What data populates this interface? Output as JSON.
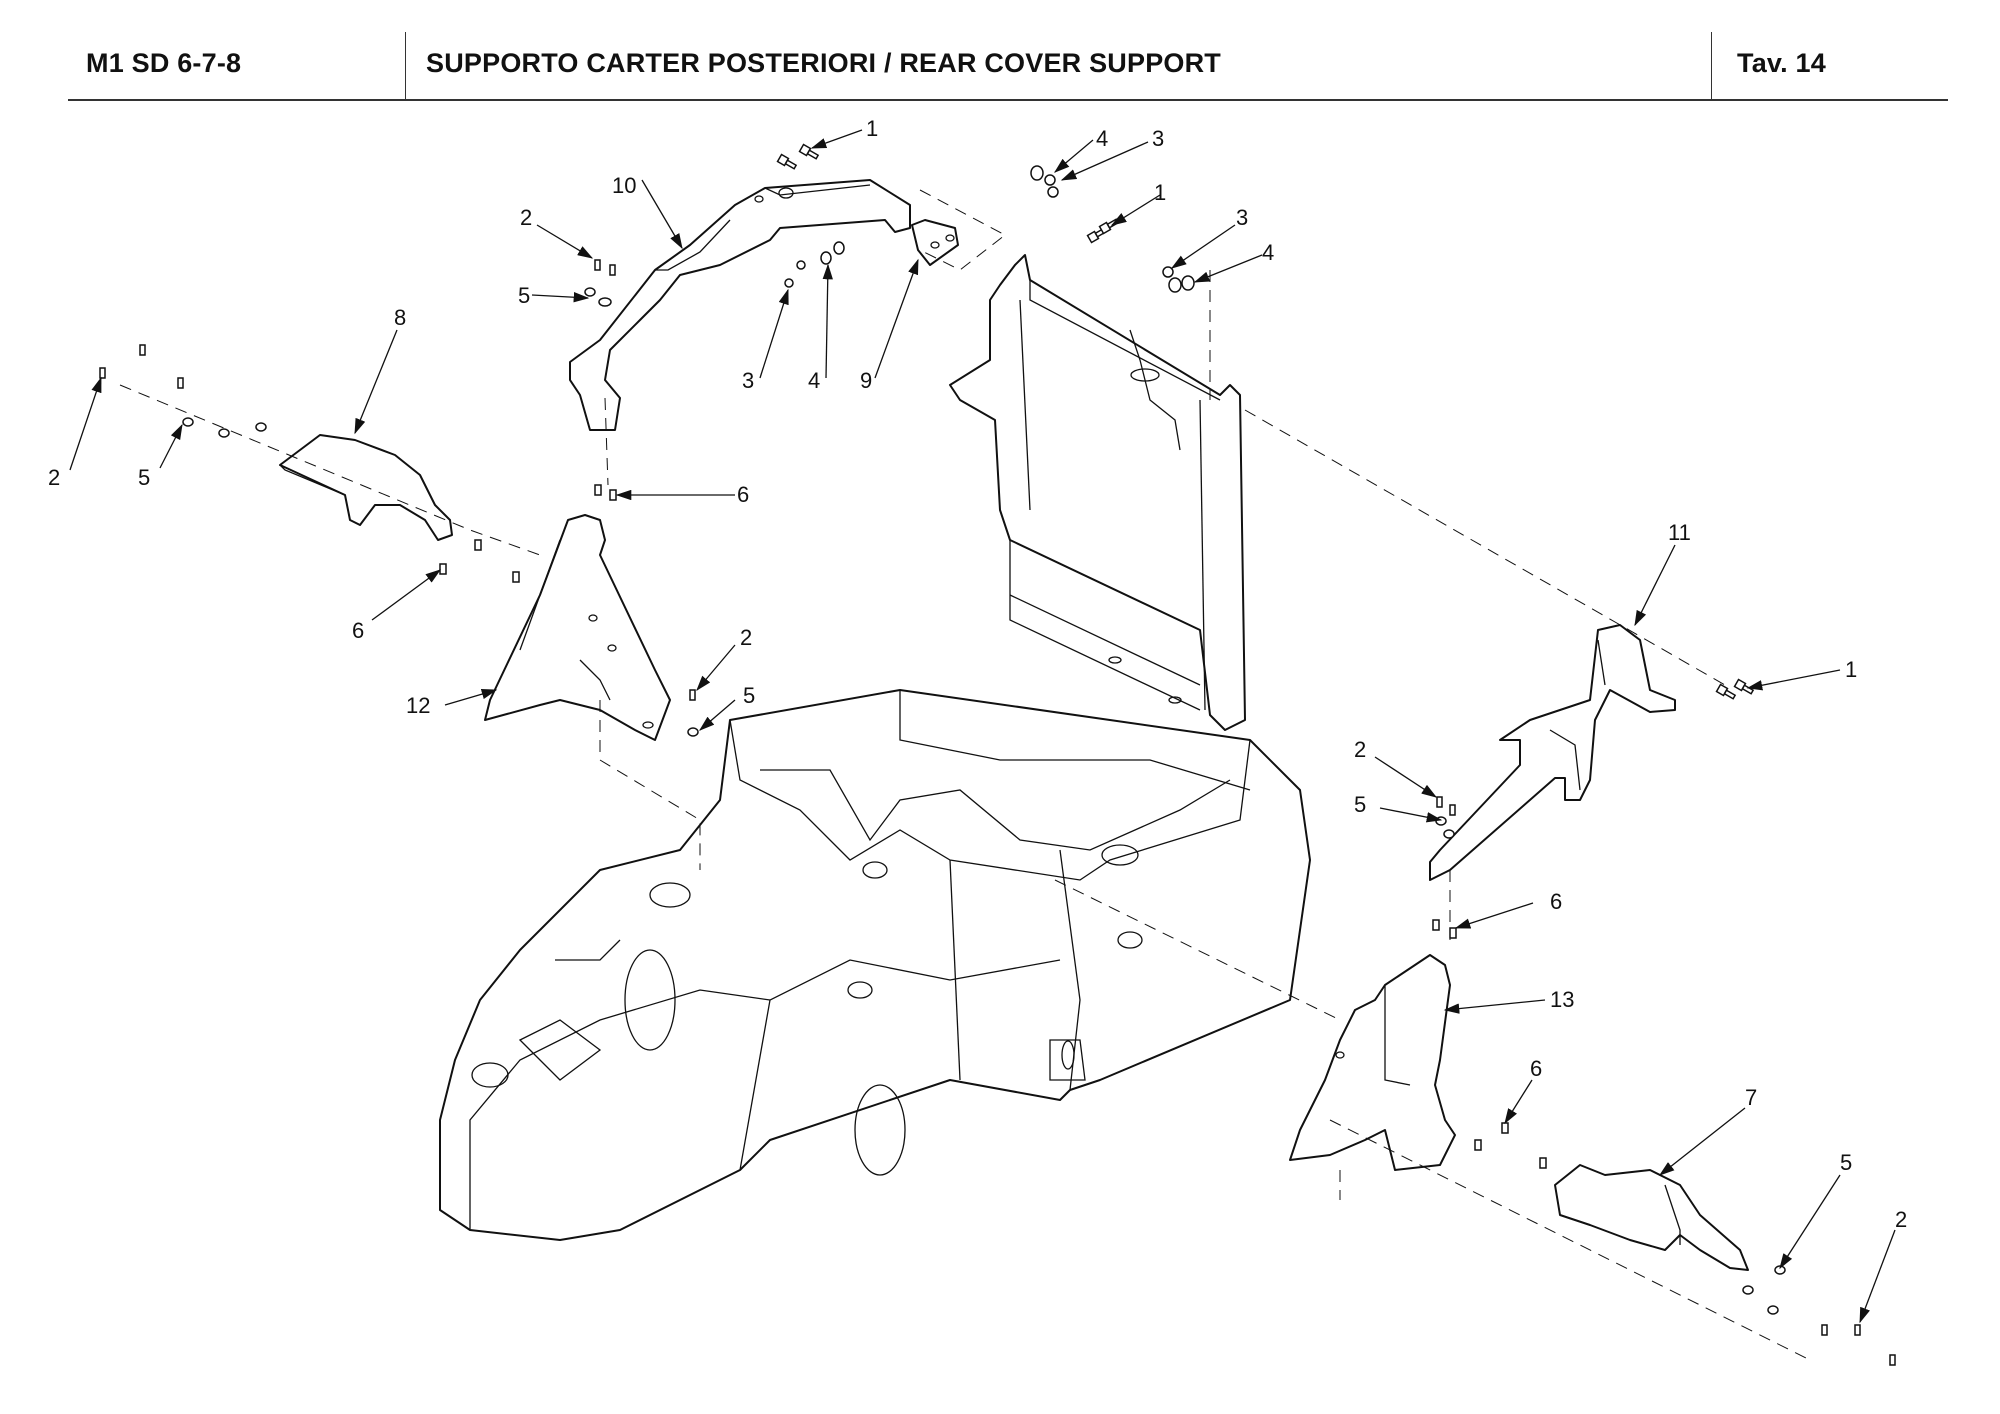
{
  "header": {
    "model": "M1 SD 6-7-8",
    "title": "SUPPORTO CARTER POSTERIORI / REAR COVER SUPPORT",
    "table": "Tav.  14"
  },
  "callouts": [
    {
      "id": "c1a",
      "label": "1"
    },
    {
      "id": "c2a",
      "label": "2"
    },
    {
      "id": "c10",
      "label": "10"
    },
    {
      "id": "c5a",
      "label": "5"
    },
    {
      "id": "c3a",
      "label": "3"
    },
    {
      "id": "c4a",
      "label": "4"
    },
    {
      "id": "c9",
      "label": "9"
    },
    {
      "id": "c4b",
      "label": "4"
    },
    {
      "id": "c3b",
      "label": "3"
    },
    {
      "id": "c1b",
      "label": "1"
    },
    {
      "id": "c3c",
      "label": "3"
    },
    {
      "id": "c4c",
      "label": "4"
    },
    {
      "id": "c8",
      "label": "8"
    },
    {
      "id": "c2b",
      "label": "2"
    },
    {
      "id": "c5b",
      "label": "5"
    },
    {
      "id": "c6a",
      "label": "6"
    },
    {
      "id": "c6b",
      "label": "6"
    },
    {
      "id": "c2c",
      "label": "2"
    },
    {
      "id": "c5c",
      "label": "5"
    },
    {
      "id": "c12",
      "label": "12"
    },
    {
      "id": "c11",
      "label": "11"
    },
    {
      "id": "c1c",
      "label": "1"
    },
    {
      "id": "c2d",
      "label": "2"
    },
    {
      "id": "c5d",
      "label": "5"
    },
    {
      "id": "c6c",
      "label": "6"
    },
    {
      "id": "c13",
      "label": "13"
    },
    {
      "id": "c6d",
      "label": "6"
    },
    {
      "id": "c7",
      "label": "7"
    },
    {
      "id": "c5e",
      "label": "5"
    },
    {
      "id": "c2e",
      "label": "2"
    }
  ]
}
